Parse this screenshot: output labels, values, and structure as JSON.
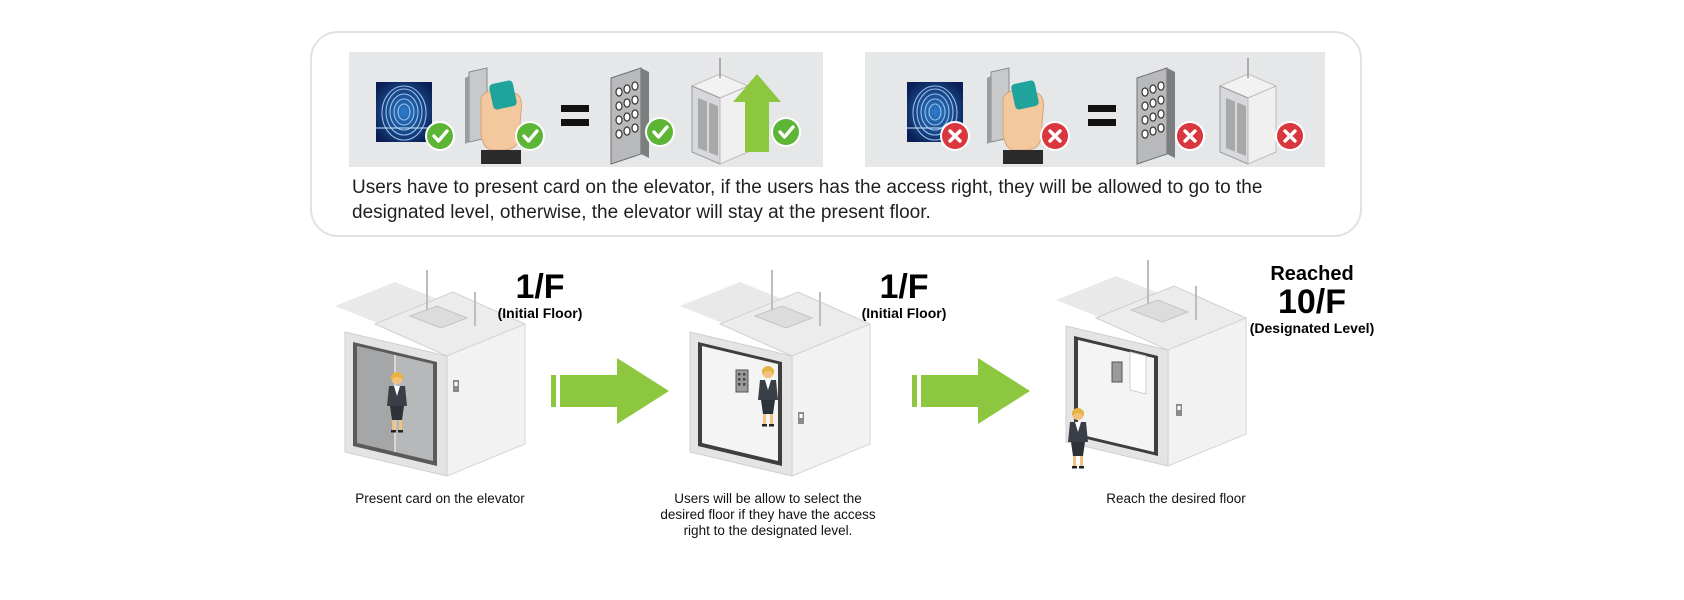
{
  "top_panel": {
    "description": "Users have to present card on the elevator, if the users has the access right, they will be allowed to go to the designated level, otherwise,  the elevator will stay at the present floor.",
    "granted": {
      "icons": [
        "fingerprint-icon",
        "card-reader-icon",
        "equals-icon",
        "keypad-icon",
        "elevator-up-icon"
      ],
      "status": "check"
    },
    "denied": {
      "icons": [
        "fingerprint-icon",
        "card-reader-icon",
        "equals-icon",
        "keypad-icon",
        "elevator-icon"
      ],
      "status": "cross"
    }
  },
  "steps": [
    {
      "floor": "1/F",
      "floor_note": "(Initial Floor)",
      "caption": "Present card on the elevator"
    },
    {
      "floor": "1/F",
      "floor_note": "(Initial Floor)",
      "caption": "Users will be allow to select the desired floor if they have the access right to the designated level."
    },
    {
      "reached": "Reached",
      "floor": "10/F",
      "floor_note": "(Designated Level)",
      "caption": "Reach the desired floor"
    }
  ],
  "colors": {
    "check": "#5cb535",
    "cross": "#d9363e",
    "arrow": "#8dc63f",
    "panel_bg": "#e6e7e8"
  }
}
